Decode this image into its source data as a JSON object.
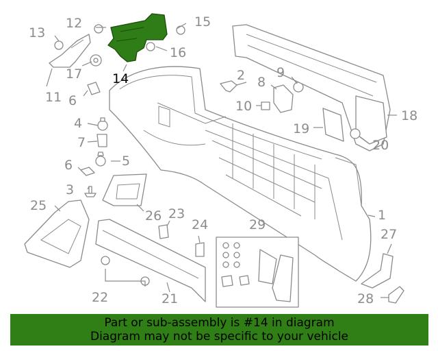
{
  "callouts": [
    {
      "id": "c1",
      "label": "1"
    },
    {
      "id": "c2",
      "label": "2"
    },
    {
      "id": "c3",
      "label": "3"
    },
    {
      "id": "c4",
      "label": "4"
    },
    {
      "id": "c5",
      "label": "5"
    },
    {
      "id": "c6a",
      "label": "6"
    },
    {
      "id": "c6b",
      "label": "6"
    },
    {
      "id": "c7",
      "label": "7"
    },
    {
      "id": "c8",
      "label": "8"
    },
    {
      "id": "c9",
      "label": "9"
    },
    {
      "id": "c10",
      "label": "10"
    },
    {
      "id": "c11",
      "label": "11"
    },
    {
      "id": "c12",
      "label": "12"
    },
    {
      "id": "c13",
      "label": "13"
    },
    {
      "id": "c14",
      "label": "14"
    },
    {
      "id": "c15",
      "label": "15"
    },
    {
      "id": "c16",
      "label": "16"
    },
    {
      "id": "c17",
      "label": "17"
    },
    {
      "id": "c18",
      "label": "18"
    },
    {
      "id": "c19",
      "label": "19"
    },
    {
      "id": "c20",
      "label": "20"
    },
    {
      "id": "c21",
      "label": "21"
    },
    {
      "id": "c22",
      "label": "22"
    },
    {
      "id": "c23",
      "label": "23"
    },
    {
      "id": "c24",
      "label": "24"
    },
    {
      "id": "c25",
      "label": "25"
    },
    {
      "id": "c26",
      "label": "26"
    },
    {
      "id": "c27",
      "label": "27"
    },
    {
      "id": "c28",
      "label": "28"
    },
    {
      "id": "c29",
      "label": "29"
    }
  ],
  "highlighted_part": "14",
  "colors": {
    "highlight": "#2f7d16",
    "banner": "#2f7f16",
    "line": "#8a8a8a"
  },
  "banner": {
    "line1": "Part or sub-assembly is #14 in diagram",
    "line2": "Diagram may not be specific to your vehicle"
  }
}
